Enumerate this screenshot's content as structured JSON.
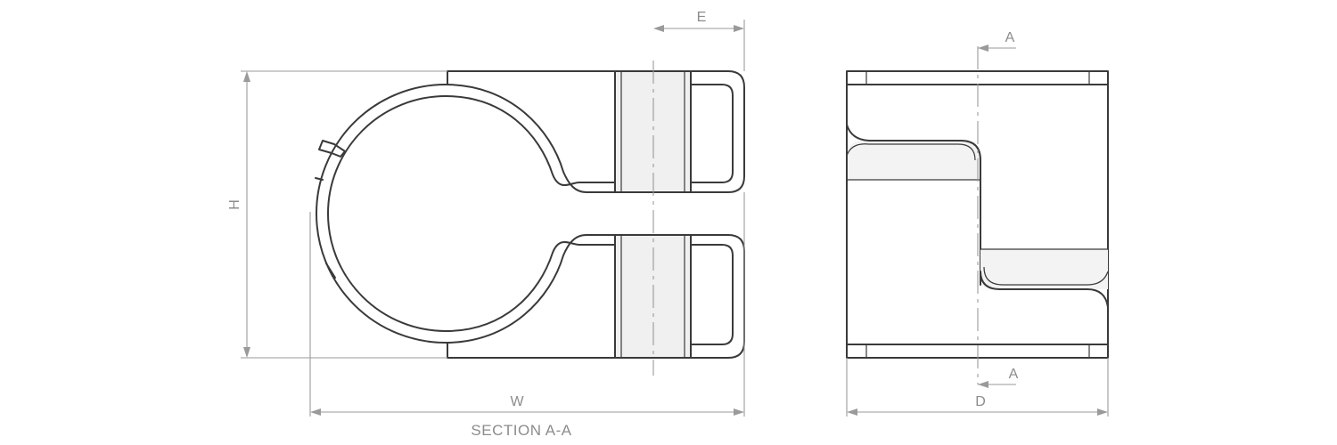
{
  "drawing": {
    "caption": "SECTION A-A",
    "dimensions": {
      "width": "W",
      "height": "H",
      "offset": "E",
      "depth": "D"
    },
    "section_marker": {
      "top": "A",
      "bottom": "A"
    }
  }
}
